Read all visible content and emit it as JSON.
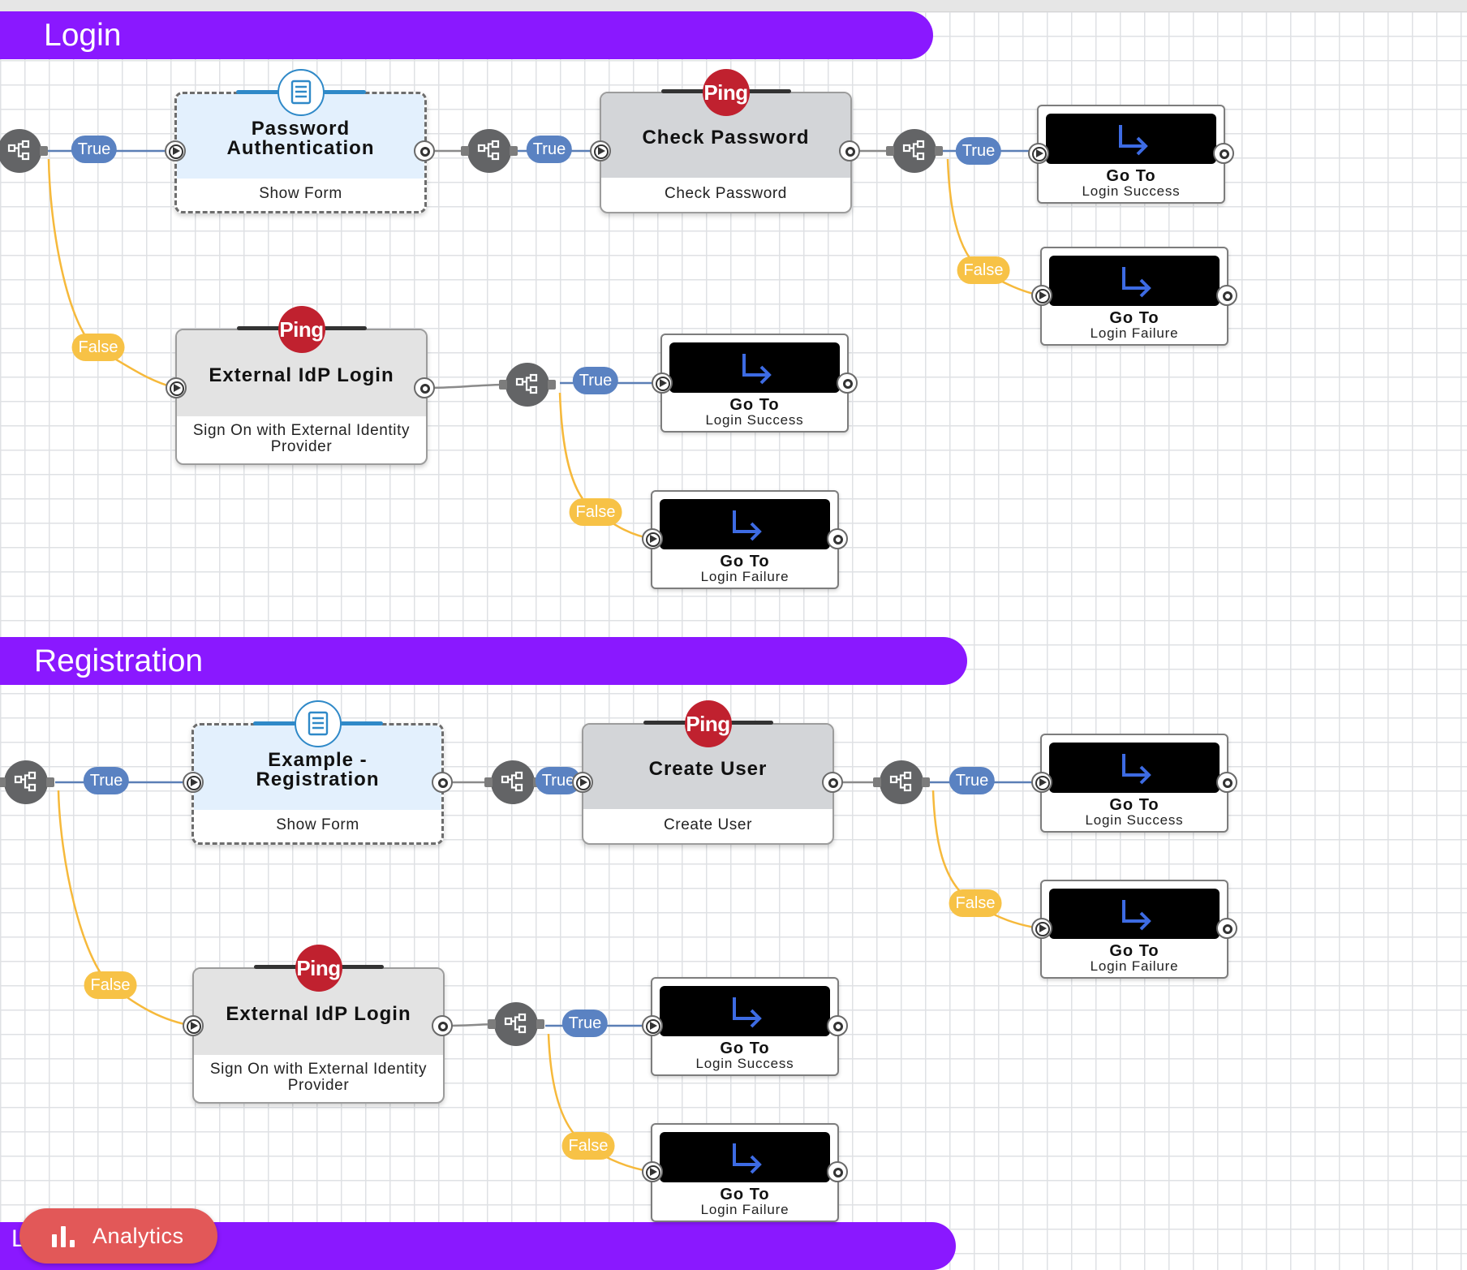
{
  "sections": {
    "login": "Login",
    "registration": "Registration",
    "third_initial": "L"
  },
  "labels": {
    "true": "True",
    "false": "False"
  },
  "login": {
    "password_auth": {
      "title_line1": "Password",
      "title_line2": "Authentication",
      "subtitle": "Show Form"
    },
    "check_password": {
      "title": "Check Password",
      "subtitle": "Check Password"
    },
    "external_idp": {
      "title": "External IdP Login",
      "subtitle_line1": "Sign On with External Identity",
      "subtitle_line2": "Provider"
    }
  },
  "registration": {
    "example_registration": {
      "title_line1": "Example -",
      "title_line2": "Registration",
      "subtitle": "Show Form"
    },
    "create_user": {
      "title": "Create User",
      "subtitle": "Create User"
    },
    "external_idp": {
      "title": "External IdP Login",
      "subtitle_line1": "Sign On with External Identity",
      "subtitle_line2": "Provider"
    }
  },
  "goto": {
    "title": "Go To",
    "success": "Login Success",
    "failure": "Login Failure"
  },
  "ping_badge": "Ping",
  "analytics_button": "Analytics",
  "colors": {
    "section_banner": "#8a18ff",
    "true_label": "#5a82c2",
    "false_label": "#f7c246",
    "ping_badge": "#c0212f",
    "analytics_button": "#e25858",
    "goto_arrow": "#3d6be3"
  }
}
